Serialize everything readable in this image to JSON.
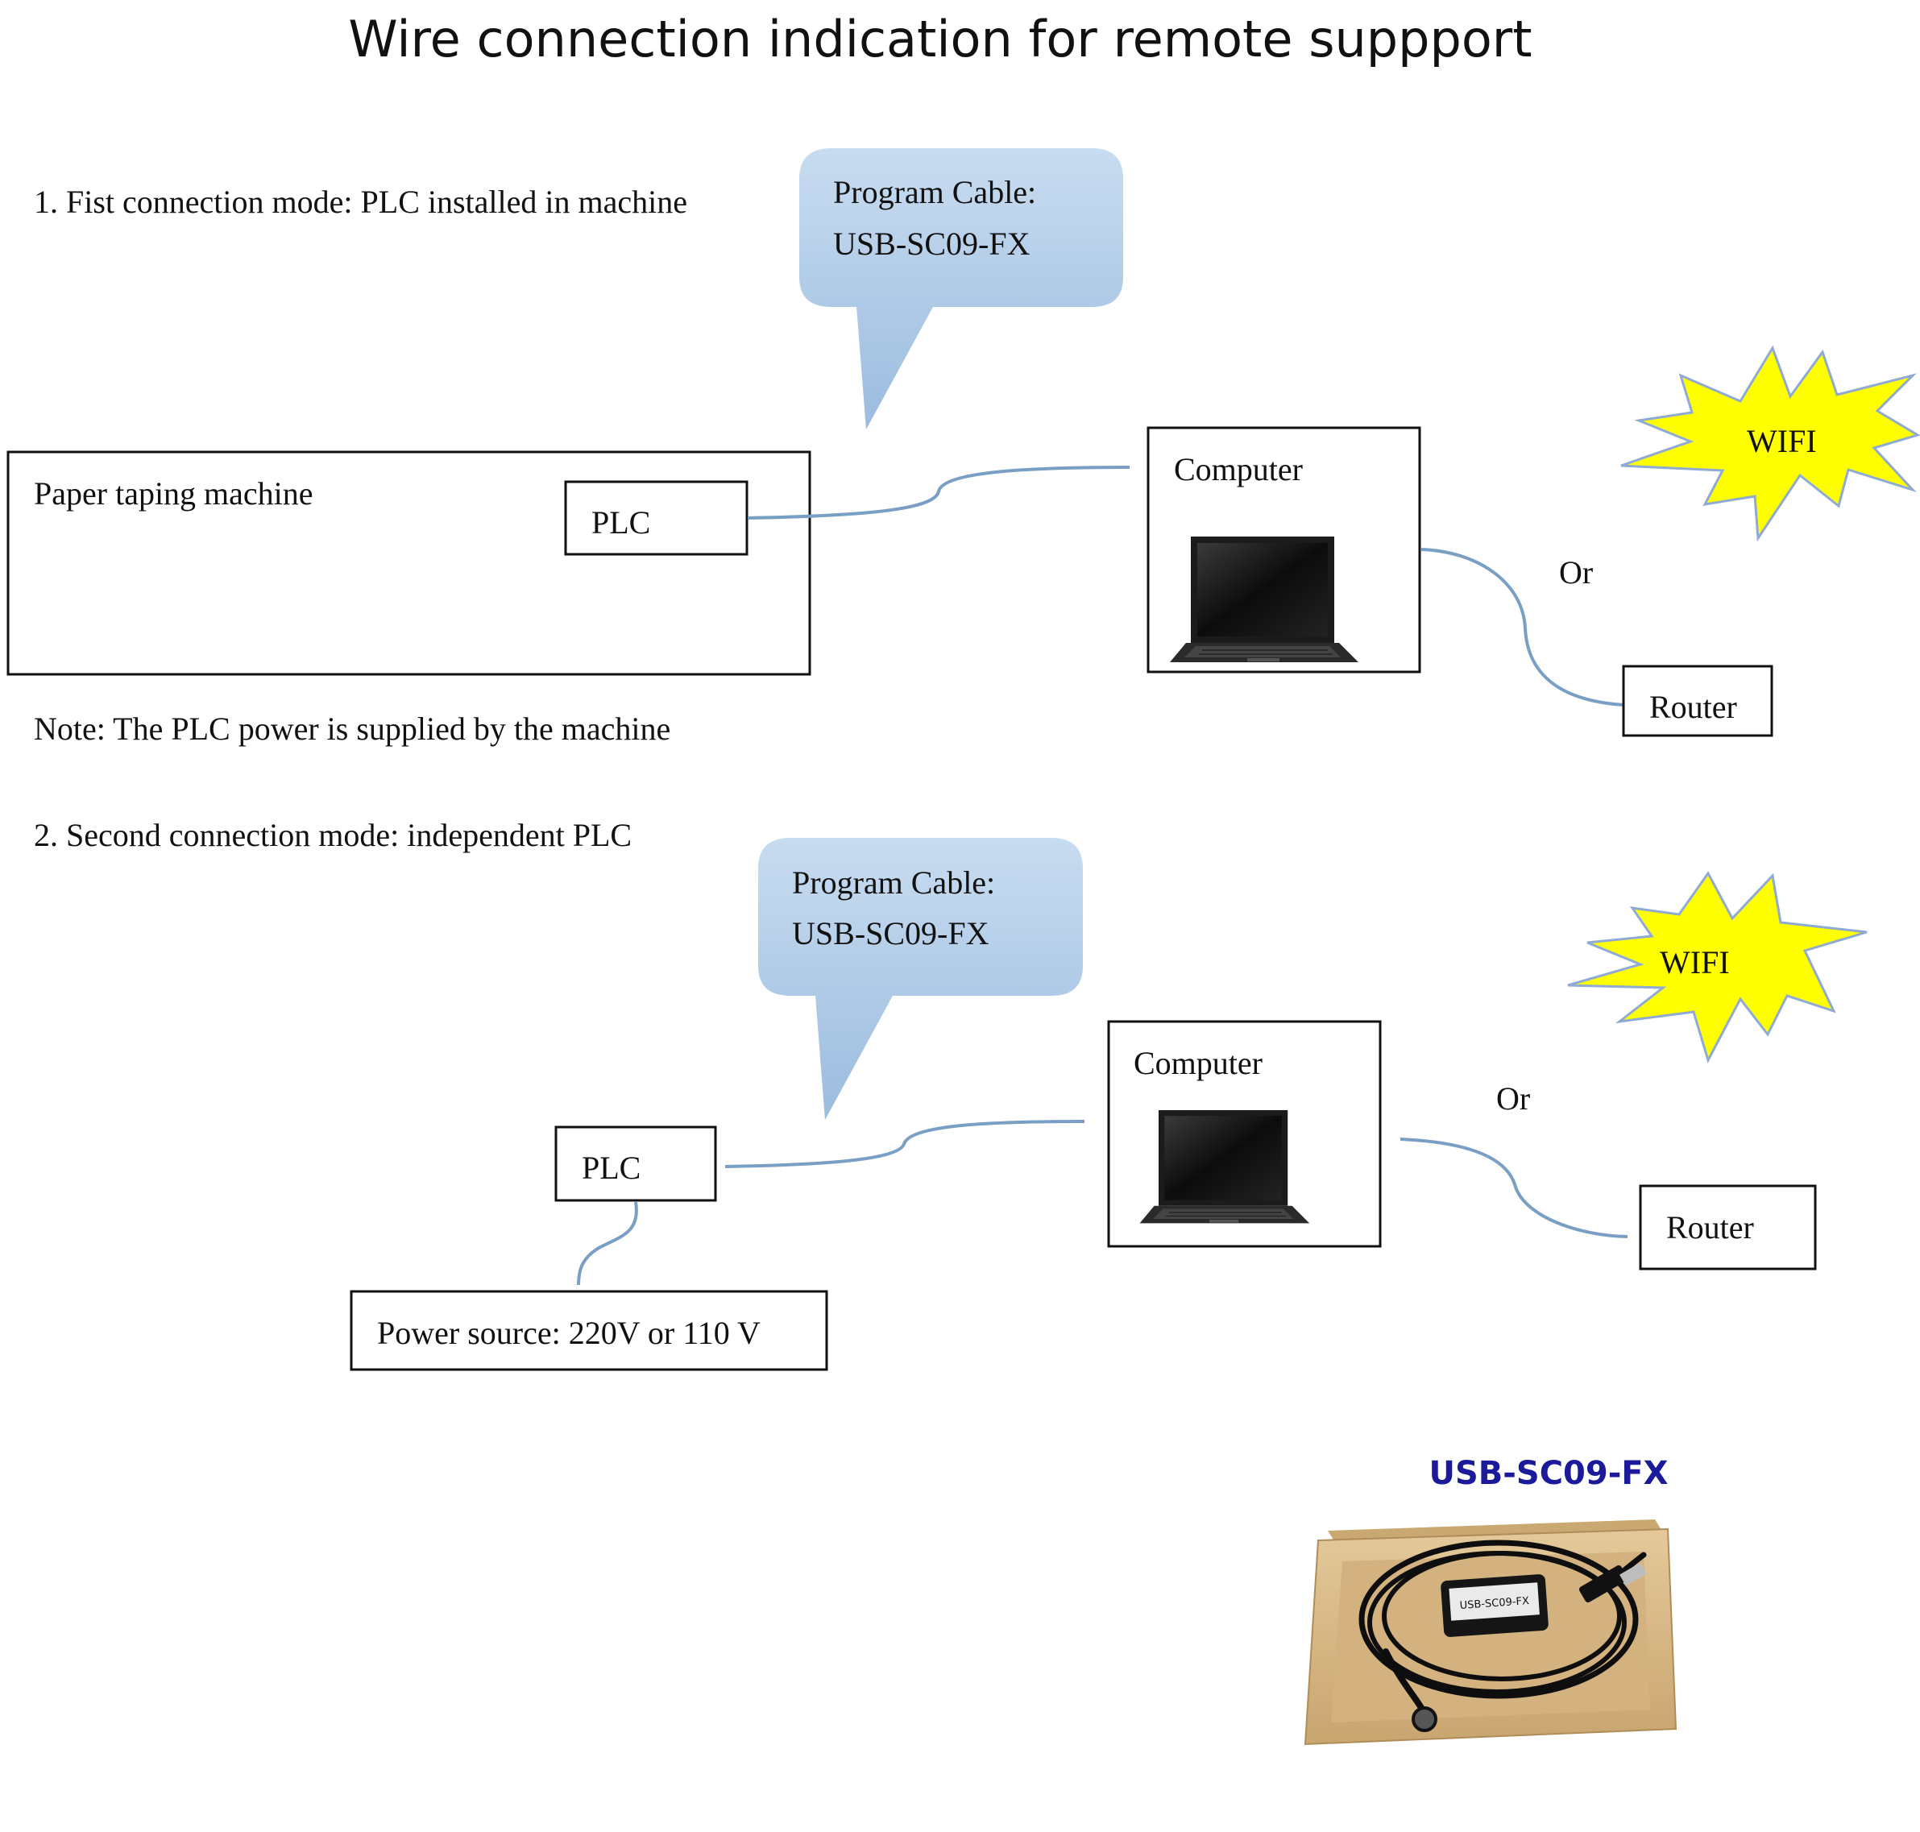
{
  "title": "Wire connection indication for remote suppport",
  "mode1": {
    "heading": "1. Fist connection mode: PLC installed in machine",
    "machine_label": "Paper taping machine",
    "plc_label": "PLC",
    "callout_line1": "Program Cable:",
    "callout_line2": "USB-SC09-FX",
    "computer_label": "Computer",
    "or_label": "Or",
    "router_label": "Router",
    "wifi_label": "WIFI",
    "note": "Note: The PLC power is supplied by the machine"
  },
  "mode2": {
    "heading": "2. Second connection mode: independent PLC",
    "plc_label": "PLC",
    "callout_line1": "Program Cable:",
    "callout_line2": "USB-SC09-FX",
    "computer_label": "Computer",
    "or_label": "Or",
    "router_label": "Router",
    "wifi_label": "WIFI",
    "power_label": "Power source: 220V or 110 V"
  },
  "product": {
    "label": "USB-SC09-FX",
    "box_print": "USB-SC09-FX"
  },
  "colors": {
    "callout_top": "#c5d9ee",
    "callout_bottom": "#9dbde0",
    "cable": "#7a9fc5",
    "wifi_fill": "#ffff00",
    "wifi_stroke": "#8faad3",
    "product_label": "#1a1a9a",
    "box": "#d8b887"
  }
}
